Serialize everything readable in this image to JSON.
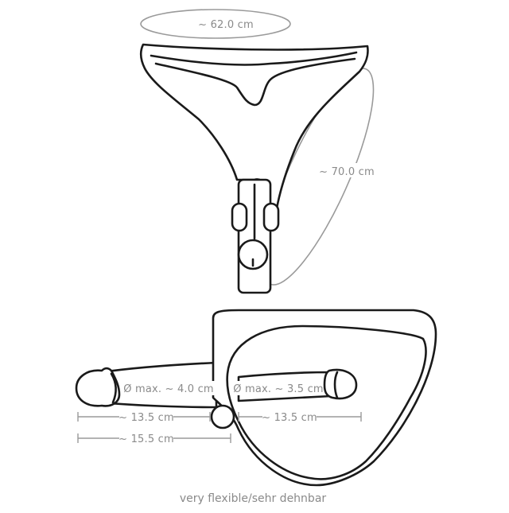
{
  "labels": {
    "waist": "~ 62.0 cm",
    "strap_length": "~ 70.0 cm",
    "diameter_outer": "Ø max. ~ 4.0 cm",
    "diameter_inner": "Ø max. ~ 3.5 cm",
    "length_outer_insertable": "~ 13.5 cm",
    "length_inner": "~ 13.5 cm",
    "length_outer_total": "~ 15.5 cm",
    "caption": "very flexible/sehr dehnbar"
  },
  "colors": {
    "outline": "#1a1a1a",
    "dimension": "#9a9a9a",
    "text": "#8a8a8a"
  }
}
